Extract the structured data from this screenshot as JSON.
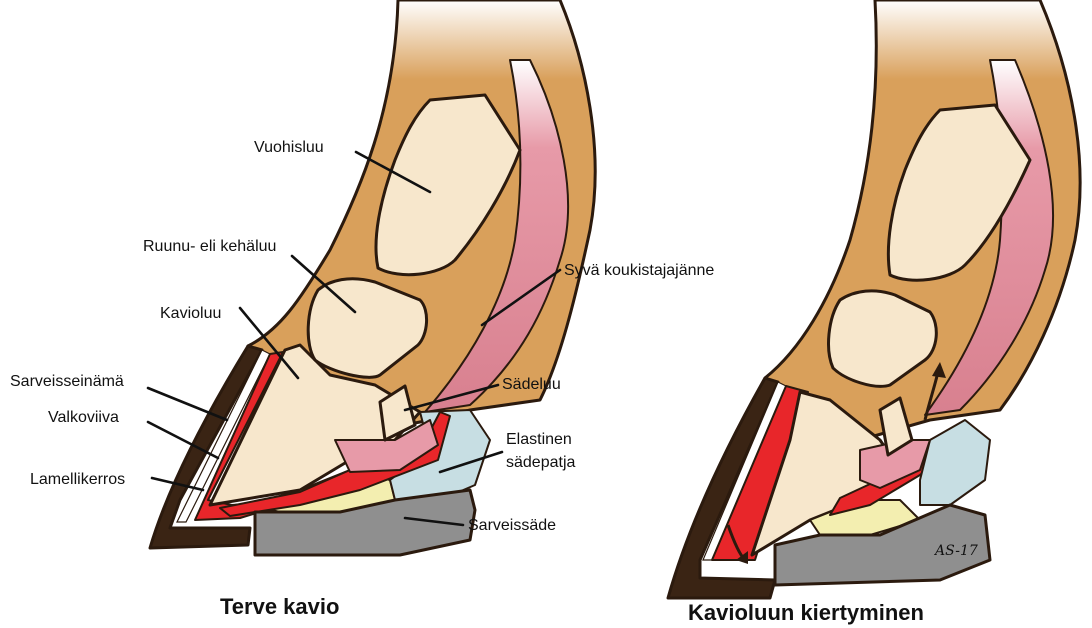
{
  "labels": {
    "vuohisluu": "Vuohisluu",
    "ruunu": "Ruunu- eli kehäluu",
    "syva": "Syvä koukistajajänne",
    "kavioluu": "Kavioluu",
    "sarveisseinama": "Sarveisseinämä",
    "sadeluu": "Sädeluu",
    "valkoviiva": "Valkoviiva",
    "elastinen_1": "Elastinen",
    "elastinen_2": "sädepatja",
    "lamellikerros": "Lamellikerros",
    "sarveissade": "Sarveissäde"
  },
  "captions": {
    "left": "Terve kavio",
    "right": "Kavioluun kiertyminen"
  },
  "signature": "AS-17",
  "colors": {
    "skin": "#d9a05b",
    "bone": "#f7e7cc",
    "tendon": "#de8f9c",
    "tendon_light": "#f2b7c2",
    "red": "#e8262a",
    "cushion": "#c7dee3",
    "frog_grey": "#8f8f8f",
    "sole_yellow": "#f3eeb0",
    "dark": "#3a2414",
    "white": "#ffffff"
  }
}
